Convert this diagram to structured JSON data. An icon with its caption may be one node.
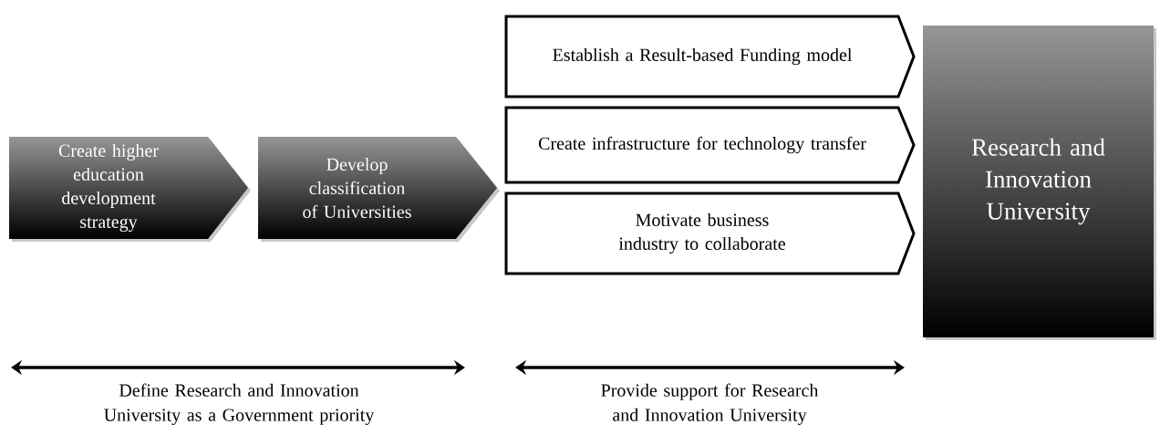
{
  "diagram": {
    "nodes": [
      {
        "text": [
          "Create higher education development strategy"
        ]
      },
      {
        "text": [
          "Develop classification of Universities"
        ]
      },
      {
        "text": [
          "Establish  a Result-based Funding model"
        ]
      },
      {
        "text": [
          "Create infrastructure for technology transfer"
        ]
      },
      {
        "text": [
          "Motivate business industry to collaborate"
        ]
      },
      {
        "text": [
          "Research and Innovation University"
        ]
      }
    ],
    "labels": [
      "Define Research and Innovation University as a Government priority",
      "Provide support for Research and Innovation University"
    ]
  }
}
